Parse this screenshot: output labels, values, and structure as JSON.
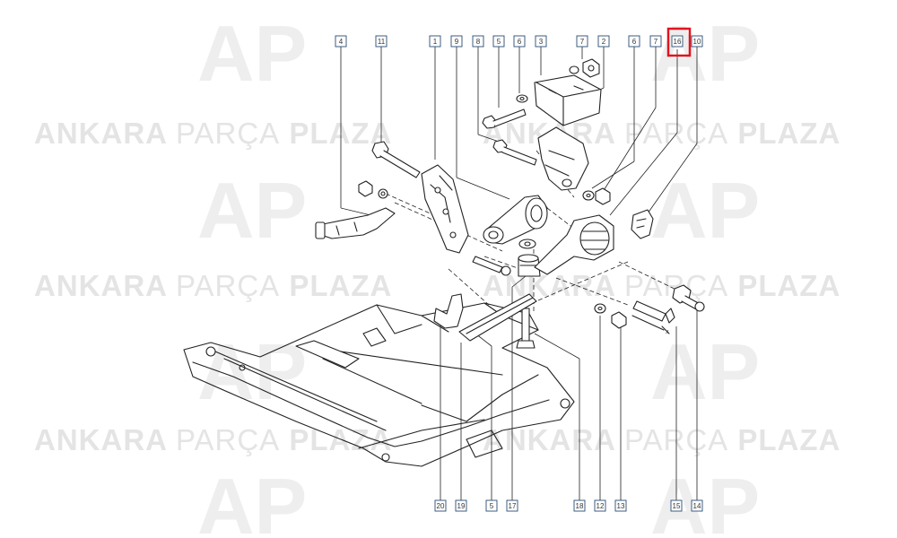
{
  "watermark": {
    "brand_strong_1": "ANKARA",
    "brand_light": "PARÇA",
    "brand_strong_2": "PLAZA",
    "logo_text": "AP",
    "color": "#ececec"
  },
  "callouts_top": [
    "4",
    "11",
    "1",
    "9",
    "8",
    "5",
    "6",
    "3",
    "7",
    "2",
    "6",
    "7",
    "16",
    "10"
  ],
  "callouts_bottom": [
    "20",
    "19",
    "5",
    "17",
    "18",
    "12",
    "13",
    "15",
    "14"
  ],
  "highlight": {
    "label": "16",
    "color": "#e0141e"
  },
  "colors": {
    "ink": "#222222",
    "box_border": "#2a4d73",
    "box_fill": "#ffffff"
  }
}
